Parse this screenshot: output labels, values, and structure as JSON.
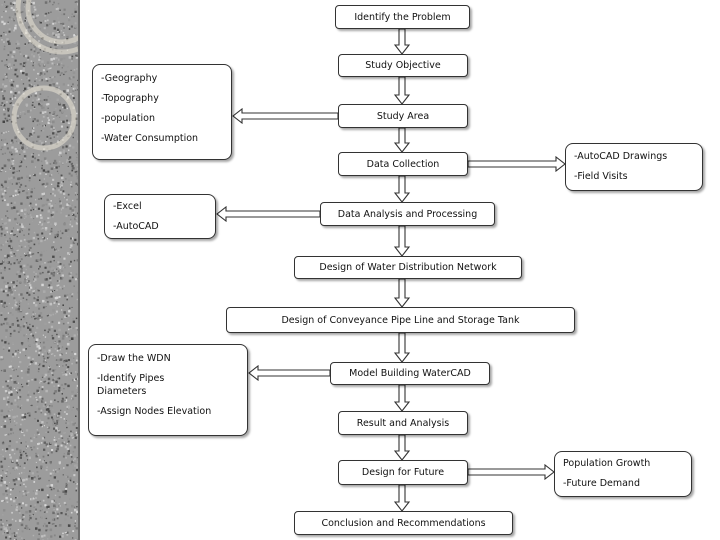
{
  "steps": [
    "Identify the Problem",
    "Study Objective",
    "Study Area",
    "Data Collection",
    "Data Analysis and Processing",
    "Design of Water Distribution  Network",
    "Design of Conveyance Pipe Line and Storage Tank",
    "Model Building  WaterCAD",
    "Result and Analysis",
    "Design for Future",
    "Conclusion  and Recommendations"
  ],
  "side_boxes": {
    "study_area": [
      "-Geography",
      "-Topography",
      "-population",
      "-Water Consumption"
    ],
    "data_collection": [
      "-AutoCAD Drawings",
      "-Field Visits"
    ],
    "data_analysis": [
      "-Excel",
      "-AutoCAD"
    ],
    "model_building": [
      "-Draw the WDN",
      "-Identify Pipes\nDiameters",
      "-Assign Nodes  Elevation"
    ],
    "design_future": [
      "Population  Growth",
      "-Future Demand"
    ]
  }
}
